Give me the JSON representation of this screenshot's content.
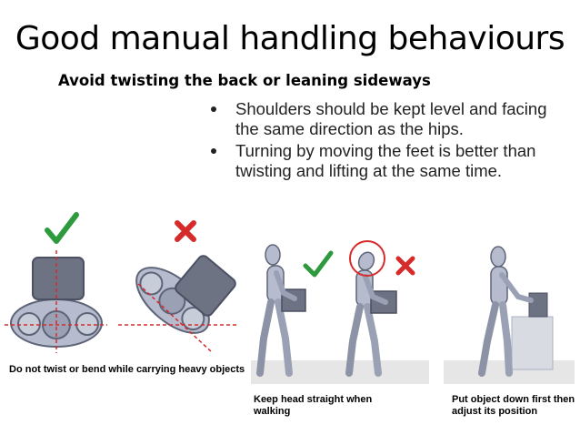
{
  "slide": {
    "title": "Good manual handling behaviours",
    "subtitle": "Avoid twisting the back or leaning sideways",
    "bullets": [
      "Shoulders should be kept level and facing the same direction as the hips.",
      "Turning by moving the feet is better than twisting and lifting at the same time."
    ]
  },
  "figures": {
    "caption_left": "Do not twist or bend while carrying heavy objects",
    "caption_walk": "Keep head straight when walking",
    "caption_putdown": "Put object down first then adjust its position"
  },
  "colors": {
    "check_green": "#2e9a3e",
    "cross_red": "#d62b2b",
    "figure_fill": "#b6bccd",
    "figure_stroke": "#5e6478",
    "box_fill": "#6e7384",
    "floor_gray": "#e6e6e6",
    "table_fill": "#d9dbe3"
  },
  "icons": [
    "check-icon",
    "cross-icon",
    "check-icon",
    "cross-icon"
  ]
}
